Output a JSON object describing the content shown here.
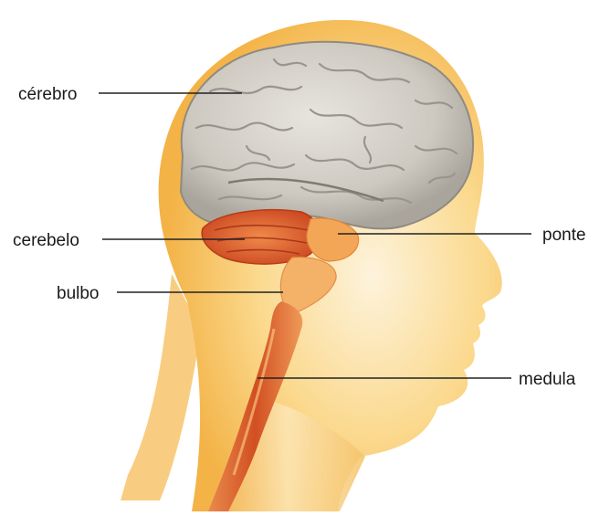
{
  "labels": {
    "cerebro": "cérebro",
    "cerebelo": "cerebelo",
    "bulbo": "bulbo",
    "ponte": "ponte",
    "medula": "medula"
  },
  "colors": {
    "background": "#ffffff",
    "skin": "#f6c15a",
    "skin_light": "#fbe6b4",
    "brain": "#cfcbc3",
    "brain_fold": "#9f9a92",
    "cerebellum": "#d8572c",
    "brainstem": "#f0a04e",
    "spinal_cord": "#d96a3c",
    "label_line": "#222222"
  }
}
